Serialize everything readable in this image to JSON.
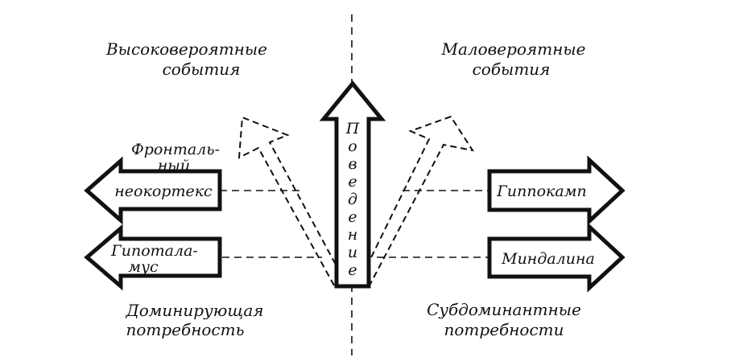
{
  "quadrants": {
    "top_left": [
      "Высоковероятные",
      "события"
    ],
    "top_right": [
      "Маловероятные",
      "события"
    ],
    "bottom_left": [
      "Доминирующая",
      "потребность"
    ],
    "bottom_right": [
      "Субдоминантные",
      "потребности"
    ]
  },
  "central_arrow": {
    "letters": [
      "П",
      "о",
      "в",
      "е",
      "д",
      "е",
      "н",
      "и",
      "е"
    ]
  },
  "structures": {
    "frontal_cortex": [
      "Фронталь-",
      "ный",
      "неокортекс"
    ],
    "hypothalamus": [
      "Гипотала-",
      "мус"
    ],
    "hippocampus": "Гиппокамп",
    "amygdala": "Миндалина"
  },
  "colors": {
    "ink": "#111111",
    "background": "#ffffff"
  }
}
